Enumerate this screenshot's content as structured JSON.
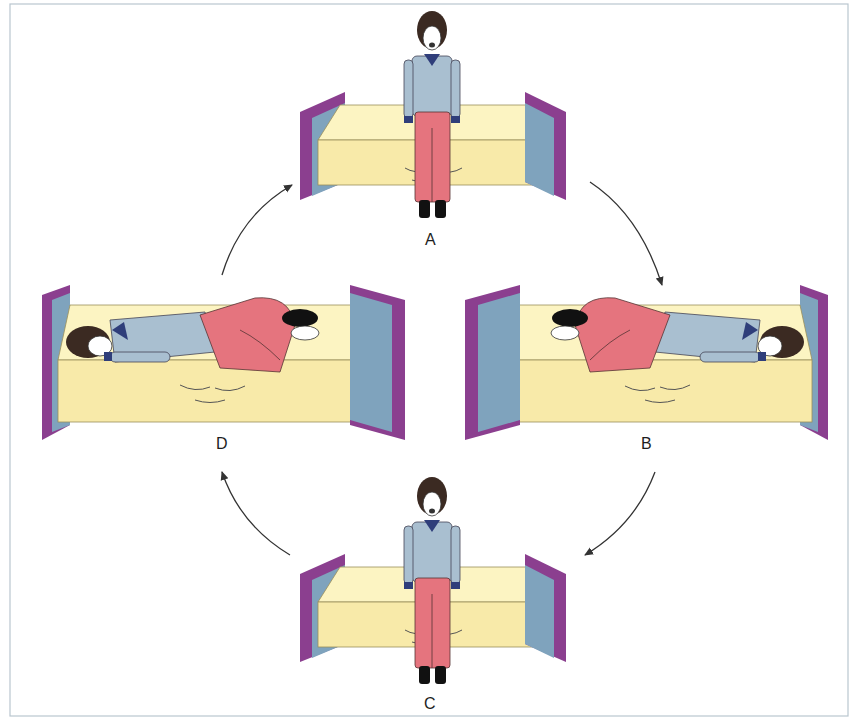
{
  "diagram": {
    "labels": [
      "A",
      "D",
      "B",
      "C"
    ]
  }
}
